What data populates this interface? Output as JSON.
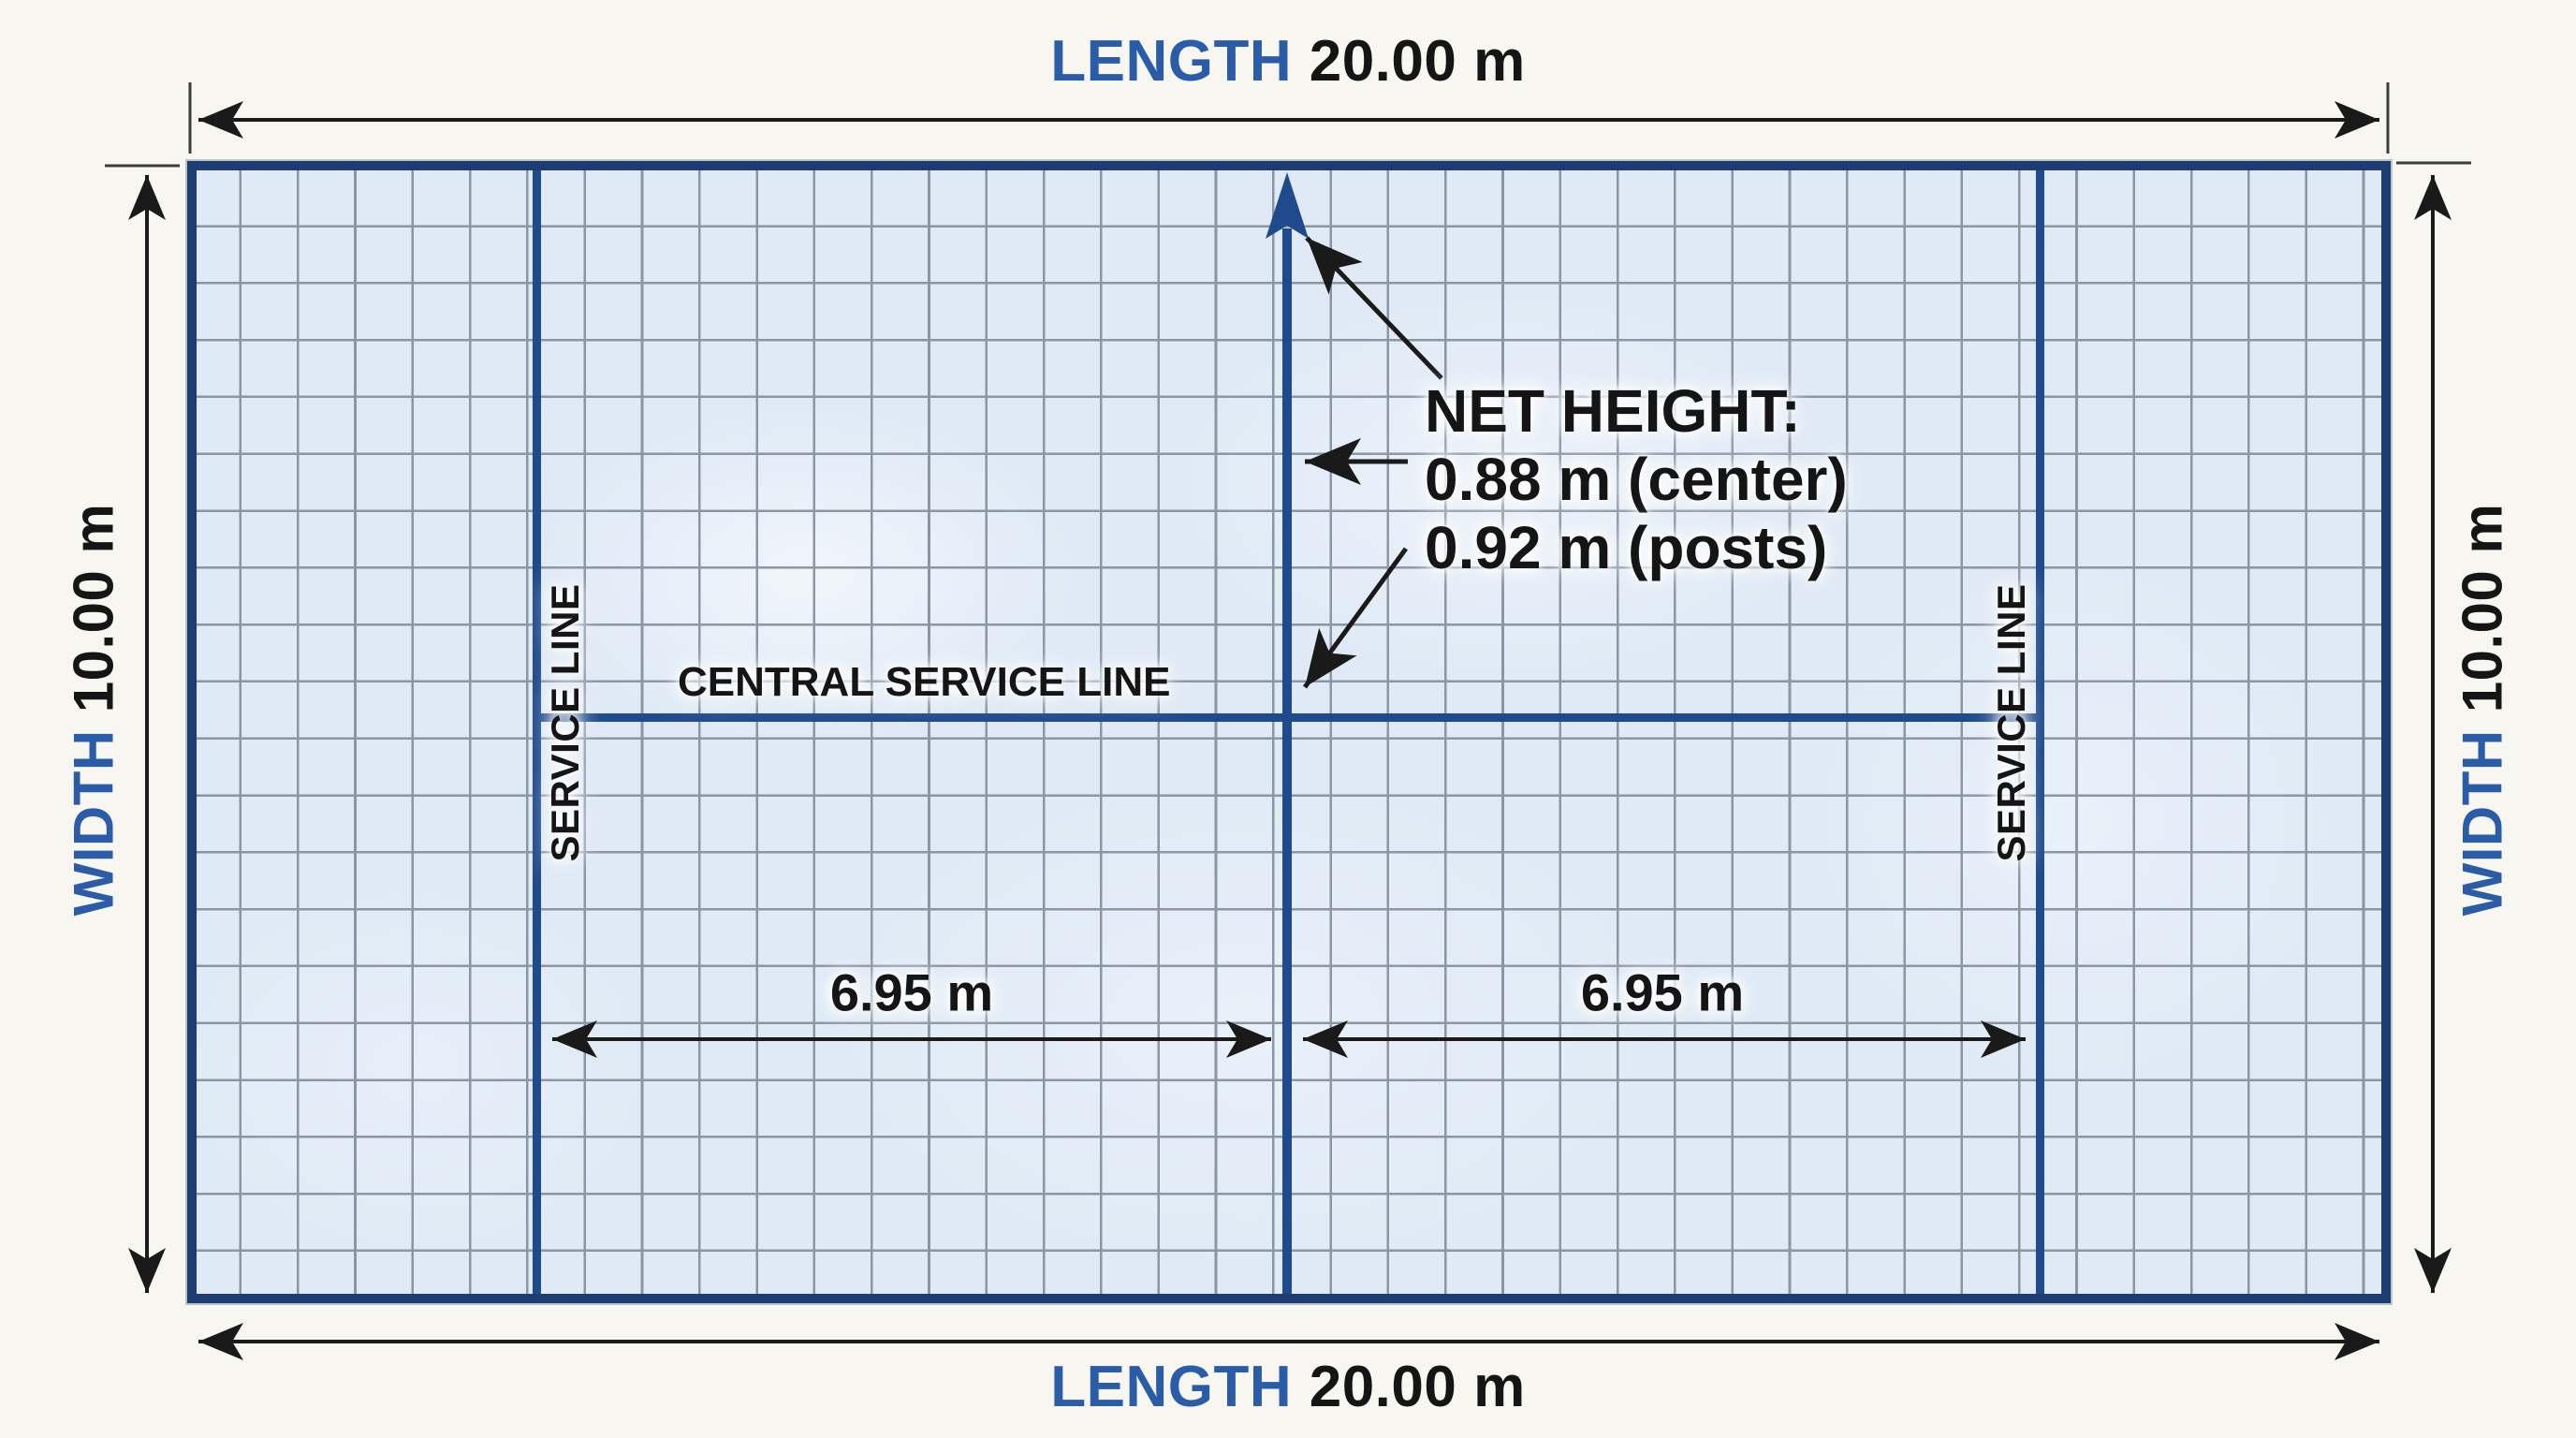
{
  "colors": {
    "page-bg": "#f8f6f1",
    "court-fill": "#dfeaf6",
    "grid-line": "#7c8896",
    "court-border": "#1c3c72",
    "court-line": "#1f4a8e",
    "accent-blue": "#2a5ca8",
    "ink": "#151515"
  },
  "labels": {
    "length_top": {
      "dim": "LENGTH",
      "value": "20.00 m"
    },
    "length_bottom": {
      "dim": "LENGTH",
      "value": "20.00 m"
    },
    "width_left": {
      "dim": "WIDTH",
      "value": "10.00 m"
    },
    "width_right": {
      "dim": "WIDTH",
      "value": "10.00 m"
    },
    "net_height": {
      "title": "NET HEIGHT:",
      "center": "0.88 m (center)",
      "posts": "0.92 m (posts)"
    },
    "central_service_line": "CENTRAL SERVICE LINE",
    "service_line_left": "SERVICE LINE",
    "service_line_right": "SERVICE LINE",
    "half_length_left": "6.95 m",
    "half_length_right": "6.95 m"
  },
  "measurements": {
    "court_length_m": "20.00",
    "court_width_m": "10.00",
    "net_height_center_m": "0.88",
    "net_height_posts_m": "0.92",
    "service_line_to_net_m": "6.95"
  }
}
